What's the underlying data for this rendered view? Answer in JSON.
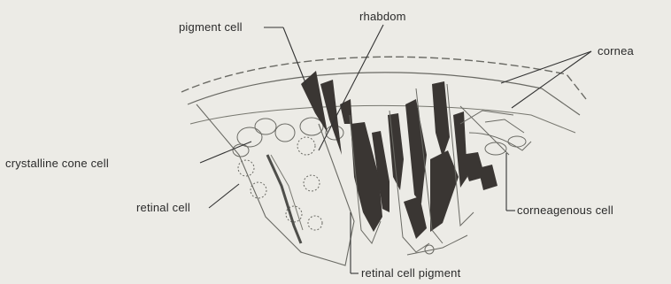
{
  "labels": {
    "pigment_cell": "pigment cell",
    "rhabdom": "rhabdom",
    "cornea": "cornea",
    "crystalline_cone_cell": "crystalline cone cell",
    "retinal_cell": "retinal cell",
    "corneagenous_cell": "corneagenous cell",
    "retinal_cell_pigment": "retinal cell pigment"
  },
  "colors": {
    "background": "#ecebe6",
    "outline": "#5a5a55",
    "pigment": "#3a3633",
    "leader_line": "#333333"
  }
}
